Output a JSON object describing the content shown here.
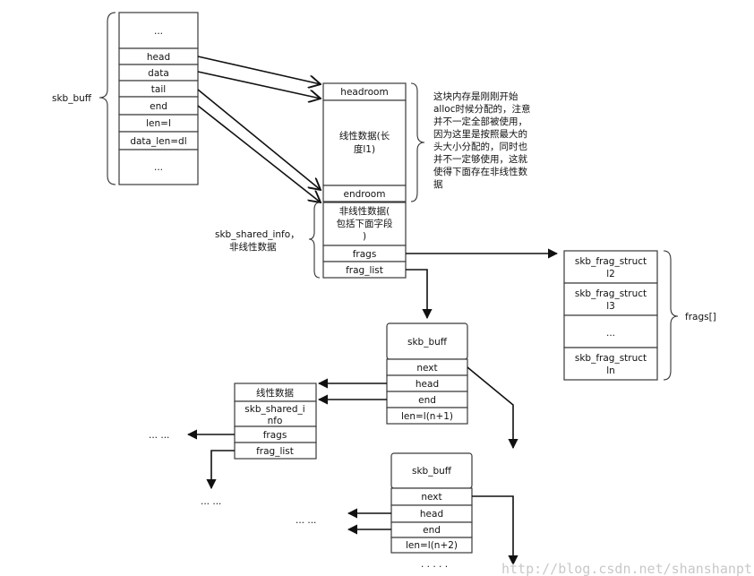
{
  "skb1": {
    "label": "skb_buff",
    "cells": [
      "...",
      "head",
      "data",
      "tail",
      "end",
      "len=l",
      "data_len=dl",
      "..."
    ]
  },
  "linear": {
    "headroom": "headroom",
    "body_line1": "线性数据(长",
    "body_line2": "度l1)",
    "endroom": "endroom"
  },
  "note_lines": [
    "这块内存是刚刚开始",
    "alloc时候分配的，注意",
    "并不一定全部被使用，",
    "因为这里是按照最大的",
    "头大小分配的，同时也",
    "并不一定够使用，这就",
    "使得下面存在非线性数",
    "据"
  ],
  "shinfo": {
    "label_line1": "skb_shared_info，",
    "label_line2": "非线性数据",
    "box_line1": "非线性数据(",
    "box_line2": "包括下面字段",
    "box_line3": ")",
    "frags": "frags",
    "frag_list": "frag_list"
  },
  "frag_struct": {
    "label": "frags[]",
    "cells": [
      [
        "skb_frag_struct",
        "l2"
      ],
      [
        "skb_frag_struct",
        "l3"
      ],
      [
        "..."
      ],
      [
        "skb_frag_struct",
        "ln"
      ]
    ]
  },
  "skb2": {
    "title": "skb_buff",
    "cells": [
      "next",
      "head",
      "end",
      "len=l(n+1)"
    ]
  },
  "skb3": {
    "title": "skb_buff",
    "cells": [
      "next",
      "head",
      "end",
      "len=l(n+2)"
    ]
  },
  "left_box": {
    "cells": [
      [
        "线性数据"
      ],
      [
        "skb_shared_i",
        "nfo"
      ],
      [
        "frags"
      ],
      [
        "frag_list"
      ]
    ],
    "dots_left": "... ...",
    "dots_down": "... ..."
  },
  "dots_skb3_left": "... ...",
  "dots_skb3_bottom": ". . . . .",
  "watermark": "http://blog.csdn.net/shanshanpt"
}
